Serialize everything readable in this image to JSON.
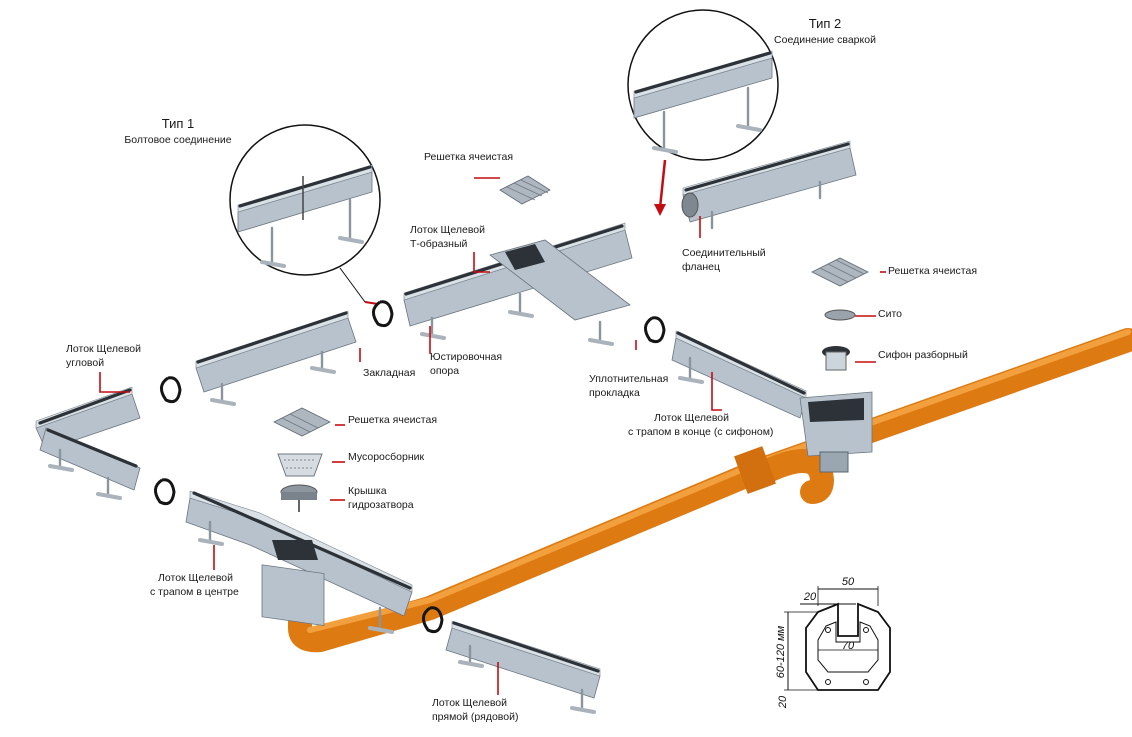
{
  "colors": {
    "accent": "#c40d12",
    "pipe": "#de7a12",
    "steel": "#b8c2cc"
  },
  "types": {
    "type1": {
      "title": "Тип 1",
      "subtitle": "Болтовое соединение"
    },
    "type2": {
      "title": "Тип 2",
      "subtitle": "Соединение сваркой"
    }
  },
  "labels": {
    "corner_line1": "Лоток Щелевой",
    "corner_line2": "угловой",
    "tshaped_line1": "Лоток Щелевой",
    "tshaped_line2": "Т-образный",
    "grate_top": "Решетка ячеистая",
    "embedded": "Закладная",
    "support_line1": "Юстировочная",
    "support_line2": "опора",
    "gasket_line1": "Уплотнительная",
    "gasket_line2": "прокладка",
    "flange_line1": "Соединительный",
    "flange_line2": "фланец",
    "grate_right": "Решетка ячеистая",
    "sieve": "Сито",
    "siphon": "Сифон разборный",
    "end_drain_line1": "Лоток Щелевой",
    "end_drain_line2": "с трапом в конце (с сифоном)",
    "grate_mid": "Решетка ячеистая",
    "debris": "Мусоросборник",
    "lid_line1": "Крышка",
    "lid_line2": "гидрозатвора",
    "center_drain_line1": "Лоток Щелевой",
    "center_drain_line2": "с трапом в центре",
    "straight_line1": "Лоток Щелевой",
    "straight_line2": "прямой (рядовой)"
  },
  "dimensions": {
    "top_width": "50",
    "slot_width": "20",
    "inner_width": "70",
    "height": "60-120 мм",
    "base": "20"
  }
}
